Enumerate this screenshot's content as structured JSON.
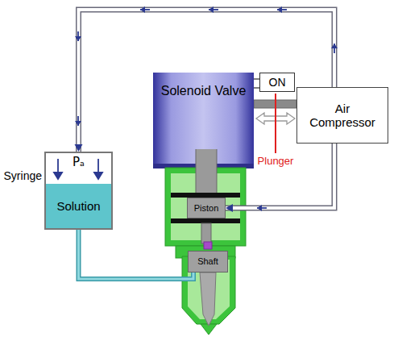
{
  "diagram": {
    "nodes": [
      {
        "text": [
          "Syringe"
        ]
      },
      {
        "text": [
          "Pₐ"
        ],
        "in": 0
      },
      {
        "text": [
          "Solution"
        ],
        "in": 0
      },
      {
        "text": [
          "Solenoid Valve"
        ]
      },
      {
        "text": [
          "ON"
        ]
      },
      {
        "text": [
          "Air Compressor"
        ]
      },
      {
        "text": [
          "Piston"
        ]
      },
      {
        "text": [
          "Shaft"
        ]
      }
    ],
    "edges": [
      {
        "from": 5,
        "to": 0,
        "arrow": "to"
      },
      {
        "from": 5,
        "to": 6,
        "arrow": "to"
      },
      {
        "from": 2,
        "to": 7,
        "arrow": "none"
      },
      {
        "from": 3,
        "to": 4,
        "arrow": "none"
      }
    ],
    "labels": [
      "Plunger"
    ]
  }
}
